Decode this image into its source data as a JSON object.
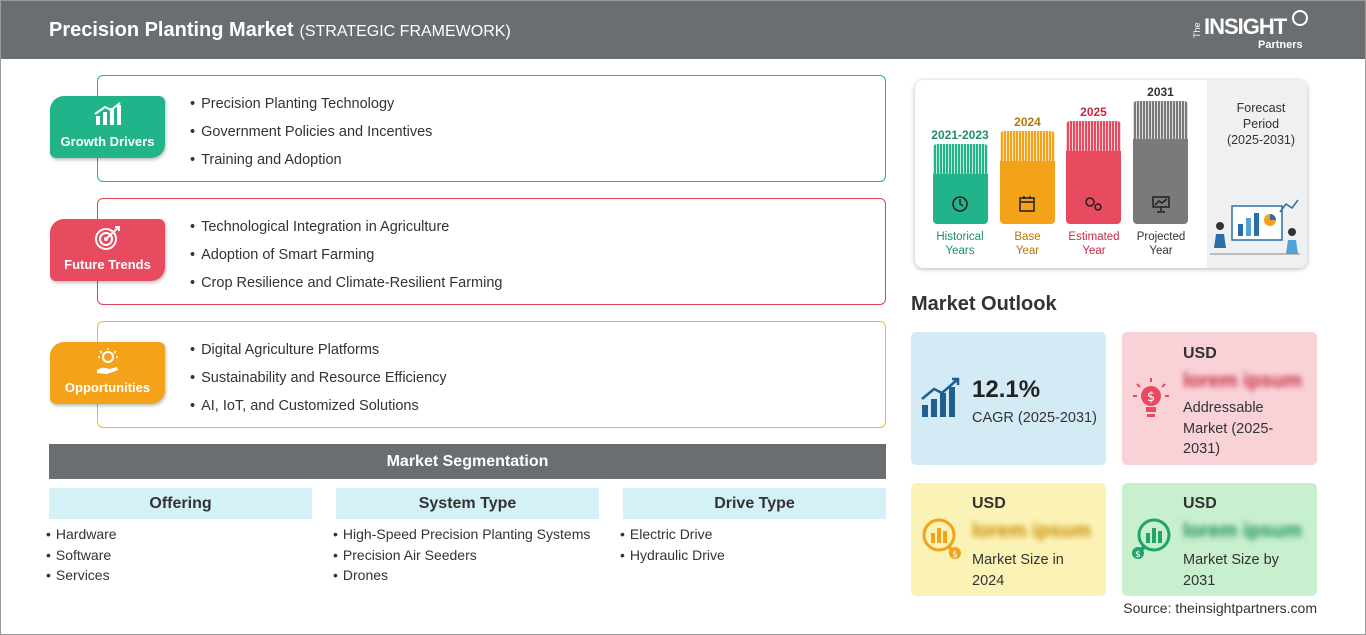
{
  "header": {
    "title": "Precision Planting Market",
    "subtitle": "(STRATEGIC FRAMEWORK)",
    "logo": {
      "the": "The",
      "insight": "INSIGHT",
      "partners": "Partners"
    }
  },
  "frameworks": [
    {
      "label": "Growth Drivers",
      "color": "#21b38a",
      "icon": "growth-chart-icon",
      "items": [
        "Precision Planting Technology",
        "Government Policies and Incentives",
        "Training and Adoption"
      ]
    },
    {
      "label": "Future Trends",
      "color": "#e84a5f",
      "icon": "target-icon",
      "items": [
        "Technological Integration in Agriculture",
        "Adoption of Smart Farming",
        "Crop Resilience and Climate-Resilient Farming"
      ]
    },
    {
      "label": "Opportunities",
      "color": "#f5a21b",
      "icon": "lightbulb-hand-icon",
      "items": [
        "Digital Agriculture Platforms",
        "Sustainability and Resource Efficiency",
        "AI, IoT, and Customized Solutions"
      ]
    }
  ],
  "segmentation": {
    "title": "Market Segmentation",
    "columns": [
      {
        "heading": "Offering",
        "items": [
          "Hardware",
          "Software",
          "Services"
        ]
      },
      {
        "heading": "System Type",
        "items": [
          "High-Speed Precision Planting Systems",
          "Precision Air Seeders",
          "Drones"
        ]
      },
      {
        "heading": "Drive Type",
        "items": [
          "Electric Drive",
          "Hydraulic Drive"
        ]
      }
    ]
  },
  "timeline": {
    "bars": [
      {
        "year": "2021-2023",
        "label_line1": "Historical",
        "label_line2": "Years",
        "color": "#21b38a",
        "icon": "history-clock-icon"
      },
      {
        "year": "2024",
        "label_line1": "Base",
        "label_line2": "Year",
        "color": "#f5a21b",
        "icon": "calendar-icon"
      },
      {
        "year": "2025",
        "label_line1": "Estimated",
        "label_line2": "Year",
        "color": "#e84a5f",
        "icon": "estimate-gears-icon"
      },
      {
        "year": "2031",
        "label_line1": "Projected",
        "label_line2": "Year",
        "color": "#7a7a7a",
        "icon": "presentation-chart-icon"
      }
    ],
    "forecast_line1": "Forecast",
    "forecast_line2": "Period",
    "forecast_line3": "(2025-2031)",
    "year_colors": [
      "#1a8f6e",
      "#b87700",
      "#c82a42",
      "#333333"
    ]
  },
  "outlook": {
    "title": "Market Outlook",
    "cagr": {
      "value": "12.1%",
      "label": "CAGR (2025-2031)",
      "bg": "#d4eaf5"
    },
    "addressable": {
      "currency": "USD",
      "value": "lorem ipsum",
      "line1": "Addressable",
      "line2": "Market (2025-",
      "line3": "2031)",
      "bg": "#f9d2d8"
    },
    "size_2024": {
      "currency": "USD",
      "value": "lorem ipsum",
      "line1": "Market Size in",
      "line2": "2024",
      "bg": "#fbf3b5"
    },
    "size_2031": {
      "currency": "USD",
      "value": "lorem ipsum",
      "line1": "Market Size by",
      "line2": "2031",
      "bg": "#c8efce"
    }
  },
  "source": "Source: theinsightpartners.com"
}
